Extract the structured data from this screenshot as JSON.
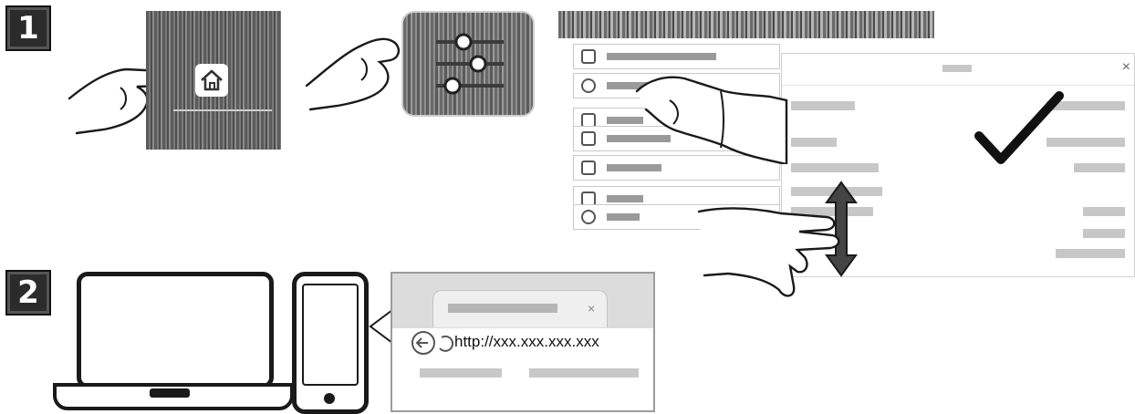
{
  "steps": [
    {
      "number": "1"
    },
    {
      "number": "2"
    }
  ],
  "browser": {
    "url": "http://xxx.xxx.xxx.xxx",
    "tab_close": "×"
  },
  "dialog": {
    "close": "×"
  },
  "icons": {
    "home": "home-icon",
    "settings": "sliders-icon",
    "check": "checkmark-icon",
    "scroll": "double-arrow-icon",
    "laptop": "laptop-icon",
    "phone": "smartphone-icon",
    "hand": "hand-icon"
  },
  "colors": {
    "badge": "#2b2b2b",
    "ink": "#1a1a1a",
    "check": "#111111"
  }
}
